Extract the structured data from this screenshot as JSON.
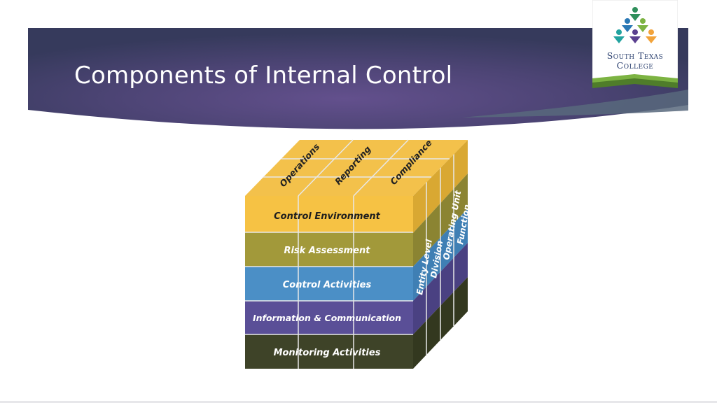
{
  "slide": {
    "title": "Components of Internal Control"
  },
  "logo": {
    "line1": "South Texas",
    "line2": "College"
  },
  "cube": {
    "objectives": [
      "Operations",
      "Reporting",
      "Compliance"
    ],
    "components": [
      {
        "label": "Control Environment",
        "color": "#f6c244"
      },
      {
        "label": "Risk Assessment",
        "color": "#a2993a"
      },
      {
        "label": "Control Activities",
        "color": "#4b8fc6"
      },
      {
        "label": "Information & Communication",
        "color": "#5a4f97"
      },
      {
        "label": "Monitoring Activities",
        "color": "#3e4328"
      }
    ],
    "structure": [
      "Entity Level",
      "Division",
      "Operating Unit",
      "Function"
    ]
  },
  "colors": {
    "banner_dark": "#3c3d62",
    "banner_purple": "#5c4a85",
    "accent_green": "#7cb342",
    "accent_orange": "#f2a33a"
  }
}
